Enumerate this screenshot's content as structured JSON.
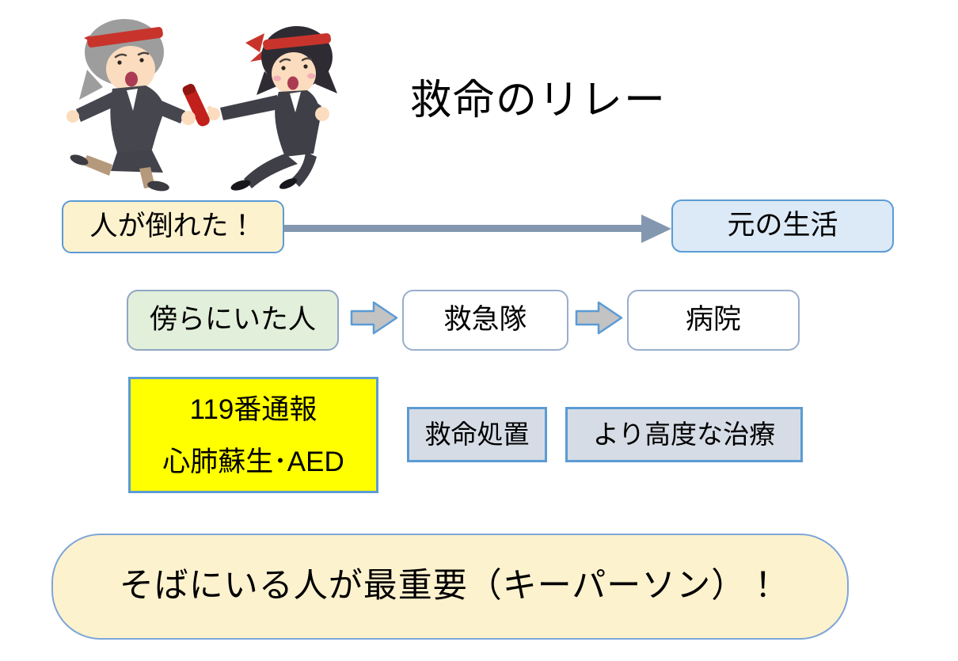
{
  "title": "救命のリレー",
  "event_box": {
    "label": "人が倒れた！"
  },
  "goal_box": {
    "label": "元の生活"
  },
  "chain": [
    {
      "label": "傍らにいた人"
    },
    {
      "label": "救急隊"
    },
    {
      "label": "病院"
    }
  ],
  "bystander_actions": {
    "line1": "119番通報",
    "line2": "心肺蘇生･AED"
  },
  "ems_action": {
    "label": "救命処置"
  },
  "hospital_action": {
    "label": "より高度な治療"
  },
  "key_message": "そばにいる人が最重要（キーパーソン）！",
  "icons": {
    "flow_arrow": "arrow-right",
    "chain_arrow": "block-arrow-right",
    "illustration": "relay-baton-pass-runners"
  },
  "colors": {
    "accent_blue": "#5B9BD5",
    "gray_blue_arrow": "#8497B0",
    "cream": "#FDF2CE",
    "light_blue": "#DCE9F7",
    "light_green": "#E2EFDA",
    "highlight_yellow": "#FFFF00",
    "light_gray_blue": "#D6DCE5",
    "block_arrow_gray": "#C3C3C3",
    "baton_red": "#C2201C"
  }
}
